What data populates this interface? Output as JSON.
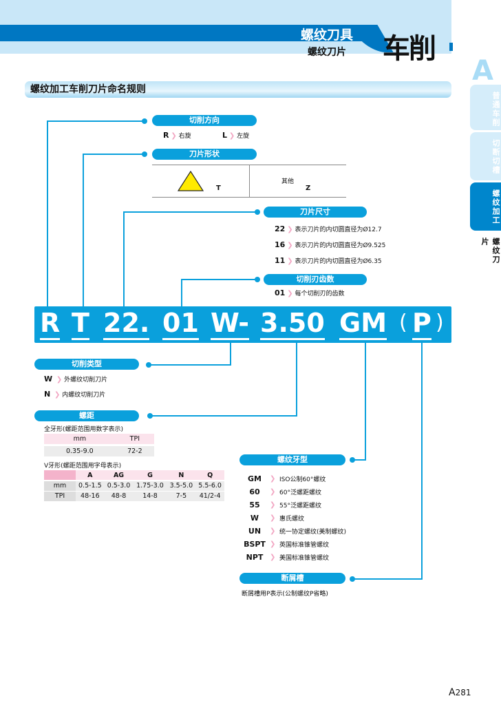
{
  "header": {
    "title": "螺纹刀具",
    "subtitle": "螺纹刀片",
    "chapter": "车削"
  },
  "side": {
    "letter": "A",
    "tabs": [
      "普通车削",
      "切断切槽",
      "螺纹加工"
    ],
    "current": "螺纹刀片"
  },
  "section_title": "螺纹加工车削刀片命名规则",
  "direction": {
    "label": "切削方向",
    "items": [
      {
        "code": "R",
        "text": "右旋"
      },
      {
        "code": "L",
        "text": "左旋"
      }
    ]
  },
  "shape": {
    "label": "刀片形状",
    "t": "T",
    "other": "其他",
    "z": "Z"
  },
  "size": {
    "label": "刀片尺寸",
    "items": [
      {
        "code": "22",
        "text": "表示刀片的内切圆直径为Ø12.7"
      },
      {
        "code": "16",
        "text": "表示刀片的内切圆直径为Ø9.525"
      },
      {
        "code": "11",
        "text": "表示刀片的内切圆直径为Ø6.35"
      }
    ]
  },
  "teeth": {
    "label": "切削刃齿数",
    "items": [
      {
        "code": "01",
        "text": "每个切削刃的齿数"
      }
    ]
  },
  "code": [
    "R",
    "T",
    "22.",
    "01",
    "W-",
    "3.50",
    "GM",
    "(",
    "P",
    ")"
  ],
  "type": {
    "label": "切削类型",
    "items": [
      {
        "code": "W",
        "text": "外螺纹切削刀片"
      },
      {
        "code": "N",
        "text": "内螺纹切削刀片"
      }
    ]
  },
  "pitch": {
    "label": "螺距",
    "full_title": "全牙形(螺距范围用数字表示)",
    "full_headers": [
      "mm",
      "TPI"
    ],
    "full_values": [
      "0.35-9.0",
      "72-2"
    ],
    "v_title": "V牙形(螺距范围用字母表示)",
    "v_headers": [
      "A",
      "AG",
      "G",
      "N",
      "Q"
    ],
    "v_rows": [
      {
        "label": "mm",
        "values": [
          "0.5-1.5",
          "0.5-3.0",
          "1.75-3.0",
          "3.5-5.0",
          "5.5-6.0"
        ]
      },
      {
        "label": "TPI",
        "values": [
          "48-16",
          "48-8",
          "14-8",
          "7-5",
          "41/2-4"
        ]
      }
    ]
  },
  "profile": {
    "label": "螺纹牙型",
    "items": [
      {
        "code": "GM",
        "text": "ISO公制60°螺纹"
      },
      {
        "code": "60",
        "text": "60°泛螺距螺纹"
      },
      {
        "code": "55",
        "text": "55°泛螺距螺纹"
      },
      {
        "code": "W",
        "text": "惠氏螺纹"
      },
      {
        "code": "UN",
        "text": "统一协定螺纹(美制螺纹)"
      },
      {
        "code": "BSPT",
        "text": "英国标准锥管螺纹"
      },
      {
        "code": "NPT",
        "text": "美国标准锥管螺纹"
      }
    ]
  },
  "chip": {
    "label": "断屑槽",
    "text": "断屑槽用P表示(公制螺纹P省略)"
  },
  "page": {
    "prefix": "A",
    "number": "281"
  }
}
